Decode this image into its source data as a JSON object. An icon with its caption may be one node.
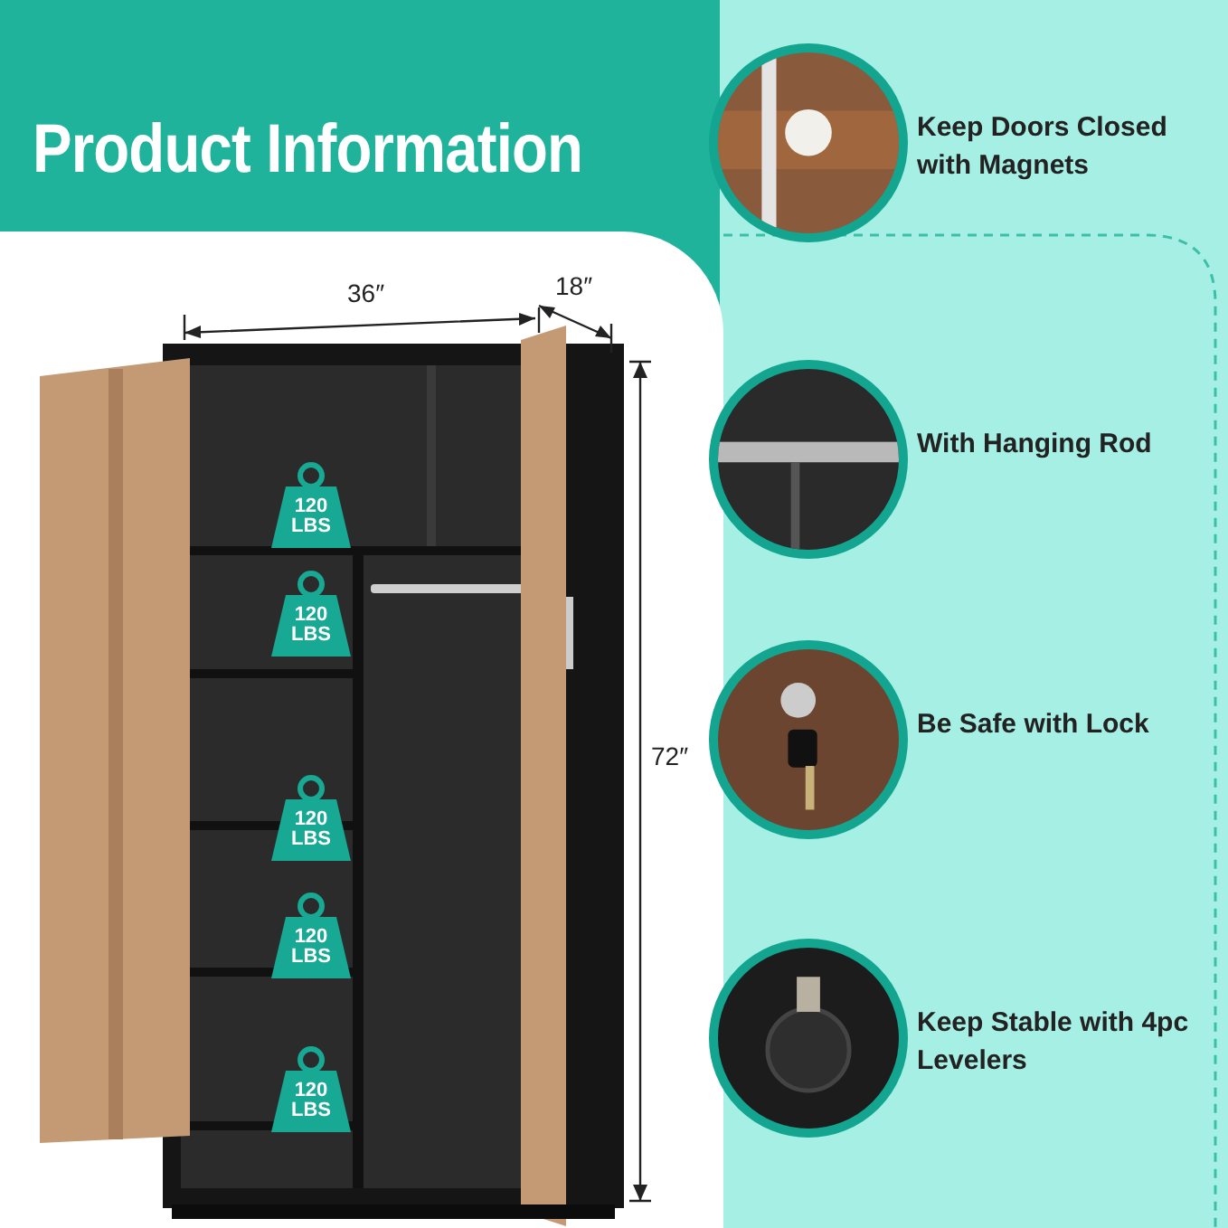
{
  "diagram": {
    "title": "Product Information",
    "labels": [
      "36″",
      "18″",
      "72″",
      "120 LBS",
      "120 LBS",
      "120 LBS",
      "120 LBS",
      "120 LBS",
      "Keep Doors Closed with Magnets",
      "With Hanging Rod",
      "Be Safe with Lock",
      "Keep Stable with 4pc Levelers"
    ]
  }
}
